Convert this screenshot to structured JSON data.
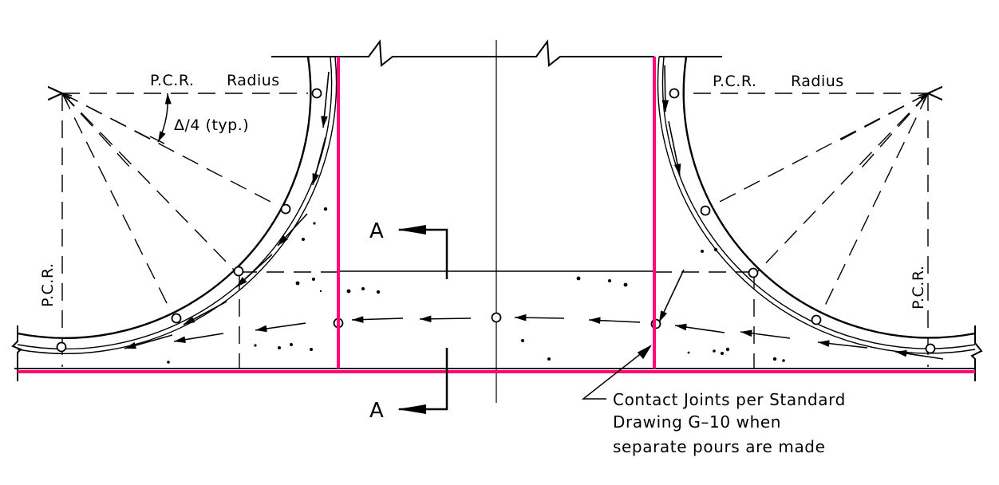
{
  "drawing": {
    "type": "curb return / intersection drainage detail (plan view)",
    "colors": {
      "line": "#000000",
      "highlight": "#ff0a78",
      "background": "#ffffff"
    }
  },
  "labels": {
    "left_radius_a": "P.C.R.",
    "left_radius_b": "Radius",
    "right_radius_a": "P.C.R.",
    "right_radius_b": "Radius",
    "angle": "Δ/4  (typ.)",
    "left_pcr": "P.C.R.",
    "right_pcr": "P.C.R.",
    "section_top": "A",
    "section_bottom": "A"
  },
  "note": {
    "line1": "Contact Joints per Standard",
    "line2": "Drawing G–10 when",
    "line3": "separate pours are made"
  }
}
